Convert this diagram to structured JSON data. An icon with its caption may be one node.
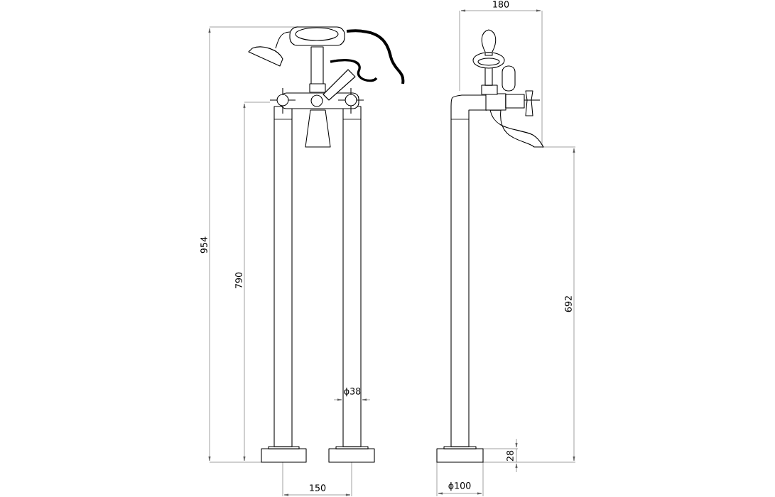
{
  "diagram": {
    "labels": [
      "180",
      "954",
      "790",
      "692",
      "ϕ38",
      "28",
      "150",
      "ϕ100"
    ]
  }
}
